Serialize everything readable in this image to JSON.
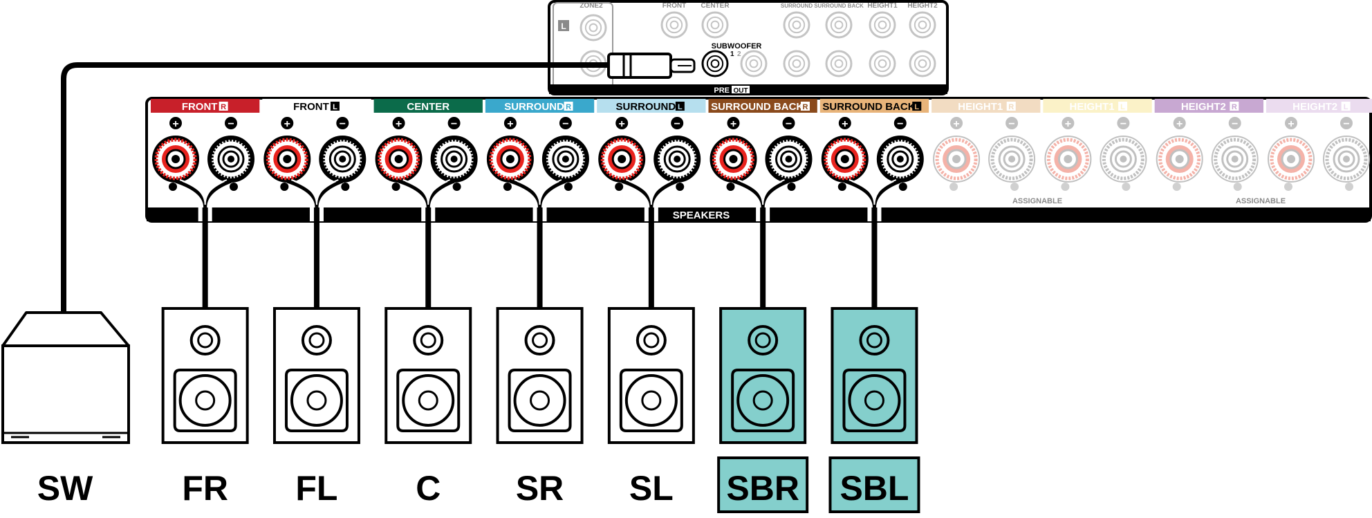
{
  "preout": {
    "zone2": "ZONE2",
    "zone2_channel": "L",
    "header_labels": [
      "FRONT",
      "CENTER",
      "SURROUND",
      "SURROUND BACK",
      "HEIGHT1",
      "HEIGHT2"
    ],
    "subwoofer_label": "SUBWOOFER",
    "sub_num_1": "1",
    "sub_num_2": "2",
    "pre": "PRE",
    "out": "OUT"
  },
  "terminals": {
    "speakers_label": "SPEAKERS",
    "assignable_label": "ASSIGNABLE",
    "plus_symbol": "+",
    "minus_symbol": "−",
    "channels": [
      {
        "name": "FRONT",
        "side": "R",
        "color": "#c8202a",
        "text_color": "#ffffff",
        "connected": true
      },
      {
        "name": "FRONT",
        "side": "L",
        "color": "#ffffff",
        "text_color": "#000000",
        "connected": true
      },
      {
        "name": "CENTER",
        "side": "",
        "color": "#0b6b4a",
        "text_color": "#ffffff",
        "connected": true
      },
      {
        "name": "SURROUND",
        "side": "R",
        "color": "#3aa8cc",
        "text_color": "#ffffff",
        "connected": true
      },
      {
        "name": "SURROUND",
        "side": "L",
        "color": "#b6dfee",
        "text_color": "#000000",
        "connected": true
      },
      {
        "name": "SURROUND BACK",
        "side": "R",
        "color": "#8a4a1c",
        "text_color": "#ffffff",
        "connected": true
      },
      {
        "name": "SURROUND BACK",
        "side": "L",
        "color": "#e8b47a",
        "text_color": "#000000",
        "connected": true
      },
      {
        "name": "HEIGHT1",
        "side": "R",
        "color": "#f2dcc2",
        "text_color": "#ffffff",
        "connected": false
      },
      {
        "name": "HEIGHT1",
        "side": "L",
        "color": "#fbf2c8",
        "text_color": "#ffffff",
        "connected": false
      },
      {
        "name": "HEIGHT2",
        "side": "R",
        "color": "#c8a8d2",
        "text_color": "#ffffff",
        "connected": false
      },
      {
        "name": "HEIGHT2",
        "side": "L",
        "color": "#ebdcef",
        "text_color": "#ffffff",
        "connected": false
      }
    ]
  },
  "speakers": [
    {
      "label": "SW",
      "kind": "subwoofer",
      "highlight": false
    },
    {
      "label": "FR",
      "kind": "speaker",
      "highlight": false
    },
    {
      "label": "FL",
      "kind": "speaker",
      "highlight": false
    },
    {
      "label": "C",
      "kind": "speaker",
      "highlight": false
    },
    {
      "label": "SR",
      "kind": "speaker",
      "highlight": false
    },
    {
      "label": "SL",
      "kind": "speaker",
      "highlight": false
    },
    {
      "label": "SBR",
      "kind": "speaker",
      "highlight": true
    },
    {
      "label": "SBL",
      "kind": "speaker",
      "highlight": true
    }
  ],
  "colors": {
    "highlight": "#84cfcc",
    "terminal_red": "#e8231e",
    "inactive_red": "#f4b2a8"
  }
}
